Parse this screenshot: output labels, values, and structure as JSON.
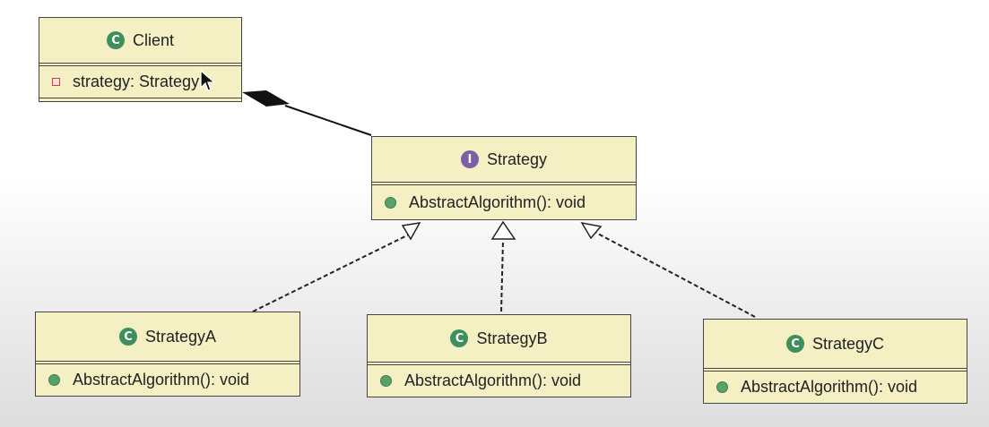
{
  "diagram": {
    "client": {
      "name": "Client",
      "stereotype": "C",
      "attribute": "strategy: Strategy"
    },
    "strategy": {
      "name": "Strategy",
      "stereotype": "I",
      "method": "AbstractAlgorithm(): void"
    },
    "strategy_a": {
      "name": "StrategyA",
      "stereotype": "C",
      "method": "AbstractAlgorithm(): void"
    },
    "strategy_b": {
      "name": "StrategyB",
      "stereotype": "C",
      "method": "AbstractAlgorithm(): void"
    },
    "strategy_c": {
      "name": "StrategyC",
      "stereotype": "C",
      "method": "AbstractAlgorithm(): void"
    }
  },
  "colors": {
    "class_fill": "#f4f0c4",
    "class_badge": "#3f8f5e",
    "interface_badge": "#7d5fa8",
    "method_dot": "#55a36b",
    "private_marker": "#d43c3c"
  },
  "relations": [
    {
      "type": "composition",
      "from": "Client",
      "to": "Strategy"
    },
    {
      "type": "realization",
      "from": "StrategyA",
      "to": "Strategy"
    },
    {
      "type": "realization",
      "from": "StrategyB",
      "to": "Strategy"
    },
    {
      "type": "realization",
      "from": "StrategyC",
      "to": "Strategy"
    }
  ]
}
